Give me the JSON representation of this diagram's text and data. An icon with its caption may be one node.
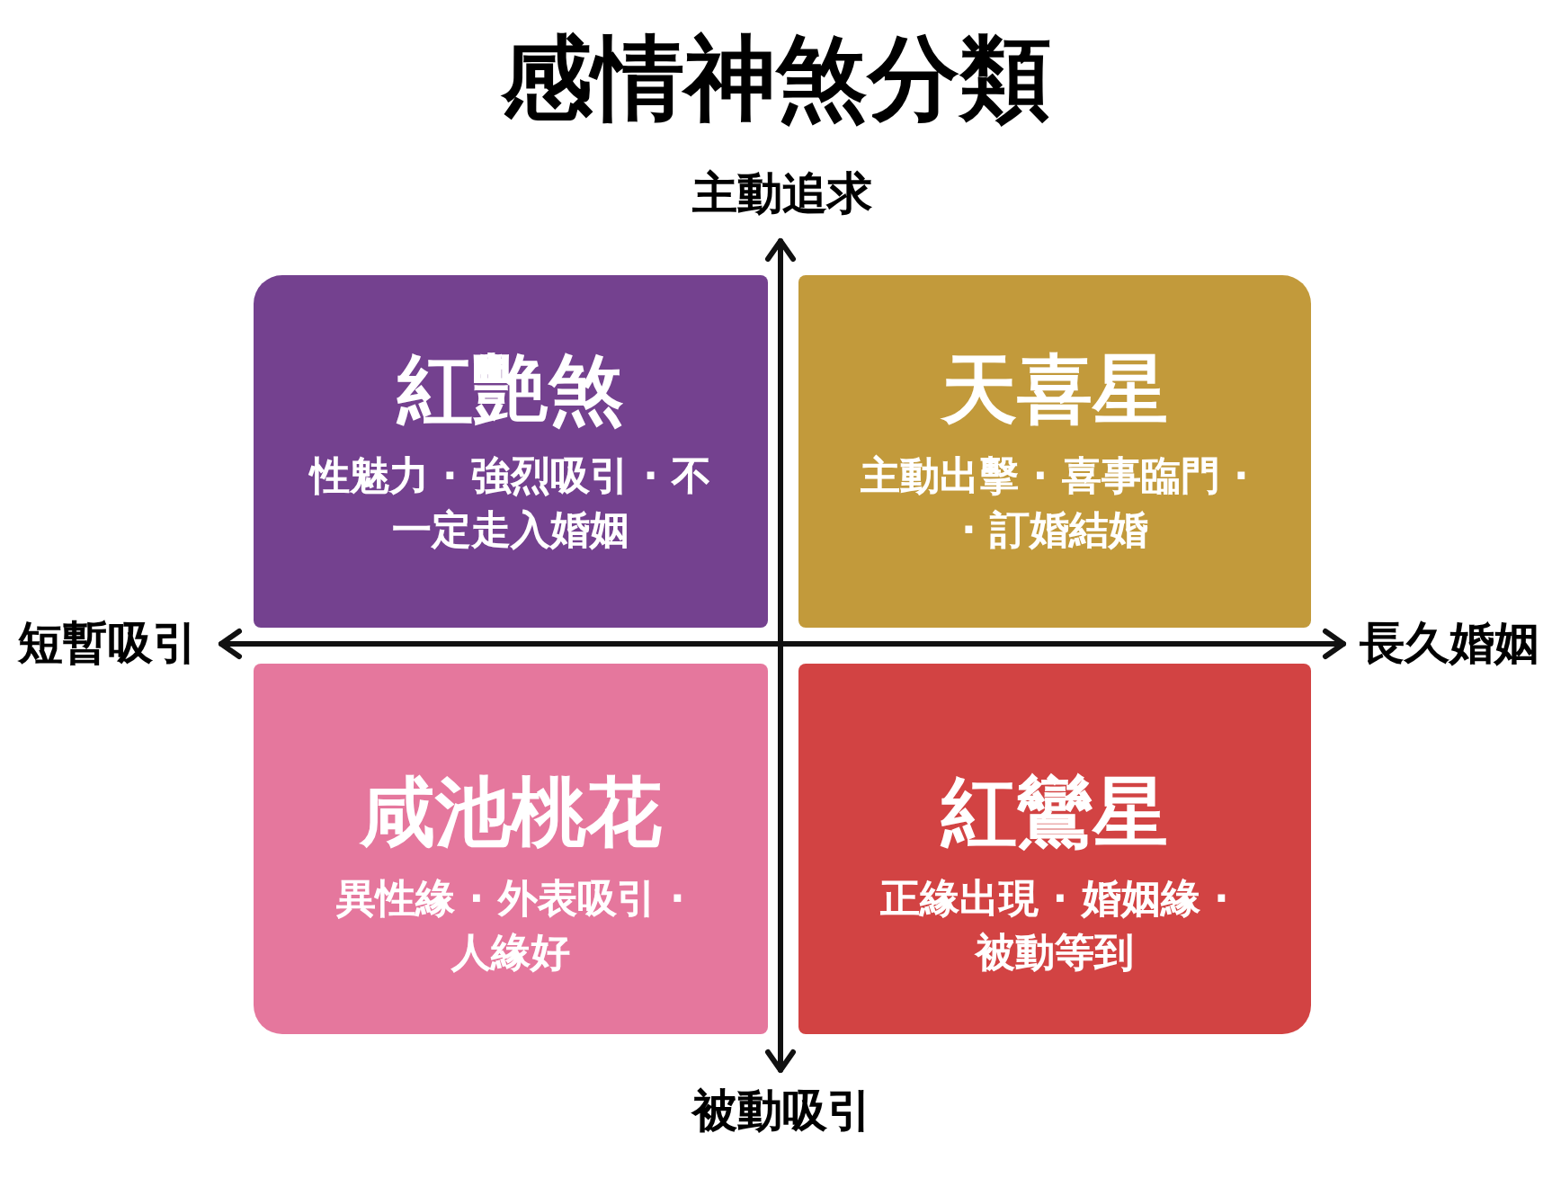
{
  "diagram": {
    "title": "感情神煞分類",
    "nodes": [
      {
        "text": [
          "紅艷煞",
          "性魅力 · 強烈吸引 · 不一定走入婚姻"
        ]
      },
      {
        "text": [
          "天喜星",
          "主動出擊 · 喜事臨門 · · 訂婚結婚"
        ]
      },
      {
        "text": [
          "咸池桃花",
          "異性緣 · 外表吸引 · 人緣好"
        ]
      },
      {
        "text": [
          "紅鸞星",
          "正緣出現 · 婚姻緣 · 被動等到"
        ]
      }
    ],
    "labels": [
      "主動追求",
      "短暫吸引",
      "長久婚姻",
      "被動吸引"
    ]
  }
}
